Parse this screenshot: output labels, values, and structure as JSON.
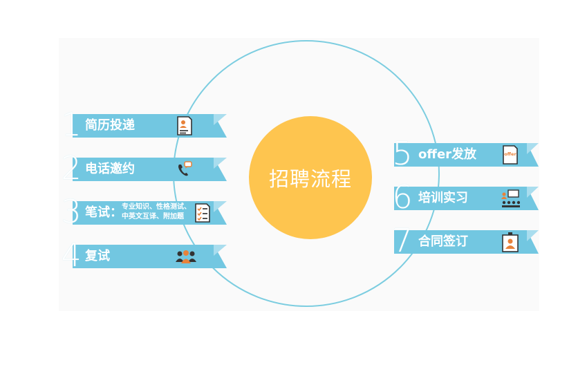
{
  "center_title": "招聘流程",
  "steps": [
    {
      "num": "1",
      "label": "简历投递",
      "icon": "resume-icon"
    },
    {
      "num": "2",
      "label": "电话邀约",
      "icon": "phone-chat-icon"
    },
    {
      "num": "3",
      "label": "笔试：",
      "sub1": "专业知识、性格测试、",
      "sub2": "中英文互译、附加题",
      "icon": "checklist-icon"
    },
    {
      "num": "4",
      "label": "复试",
      "icon": "interview-group-icon"
    },
    {
      "num": "5",
      "label": "offer发放",
      "icon": "offer-letter-icon",
      "icon_text": "offer"
    },
    {
      "num": "6",
      "label": "培训实习",
      "icon": "training-icon"
    },
    {
      "num": "7",
      "label": "合同签订",
      "icon": "badge-id-icon"
    }
  ],
  "colors": {
    "banner": "#72c7e1",
    "banner_fold": "#a9ddee",
    "center": "#fec54f",
    "ring": "#7ccde0",
    "icon_orange": "#e8823a"
  }
}
